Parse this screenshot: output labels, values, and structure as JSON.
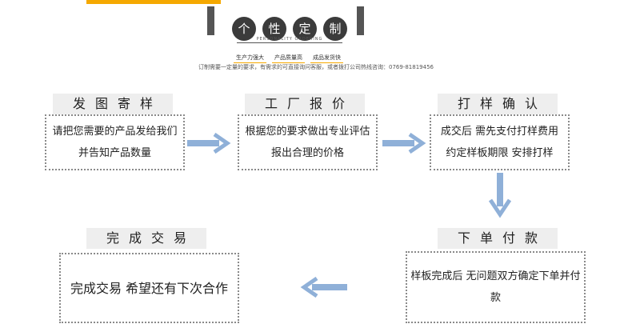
{
  "title": {
    "chars": [
      "个",
      "性",
      "定",
      "制"
    ],
    "subtitle": "PERSONALITY ORDERING"
  },
  "tags": [
    "生产力强大",
    "产品质量高",
    "成品发货快"
  ],
  "notice": "订制需要一定量的要求，有需求的可直接询问客服，或者拨打公司热线咨询：0769-81819456",
  "steps": {
    "send_sample": {
      "label": "发图寄样",
      "desc": "请把您需要的产品发给我们 并告知产品数量"
    },
    "quote": {
      "label": "工厂报价",
      "desc": "根据您的要求做出专业评估 报出合理的价格"
    },
    "confirm": {
      "label": "打样确认",
      "desc": "成交后 需先支付打样费用 约定样板期限 安排打样"
    },
    "payment": {
      "label": "下单付款",
      "desc": "样板完成后 无问题双方确定下单并付款"
    },
    "complete": {
      "label": "完成交易",
      "desc": "完成交易 希望还有下次合作"
    }
  },
  "colors": {
    "accent": "#f5a800",
    "arrow": "#8fb0d8",
    "dark": "#3b3b3b"
  }
}
